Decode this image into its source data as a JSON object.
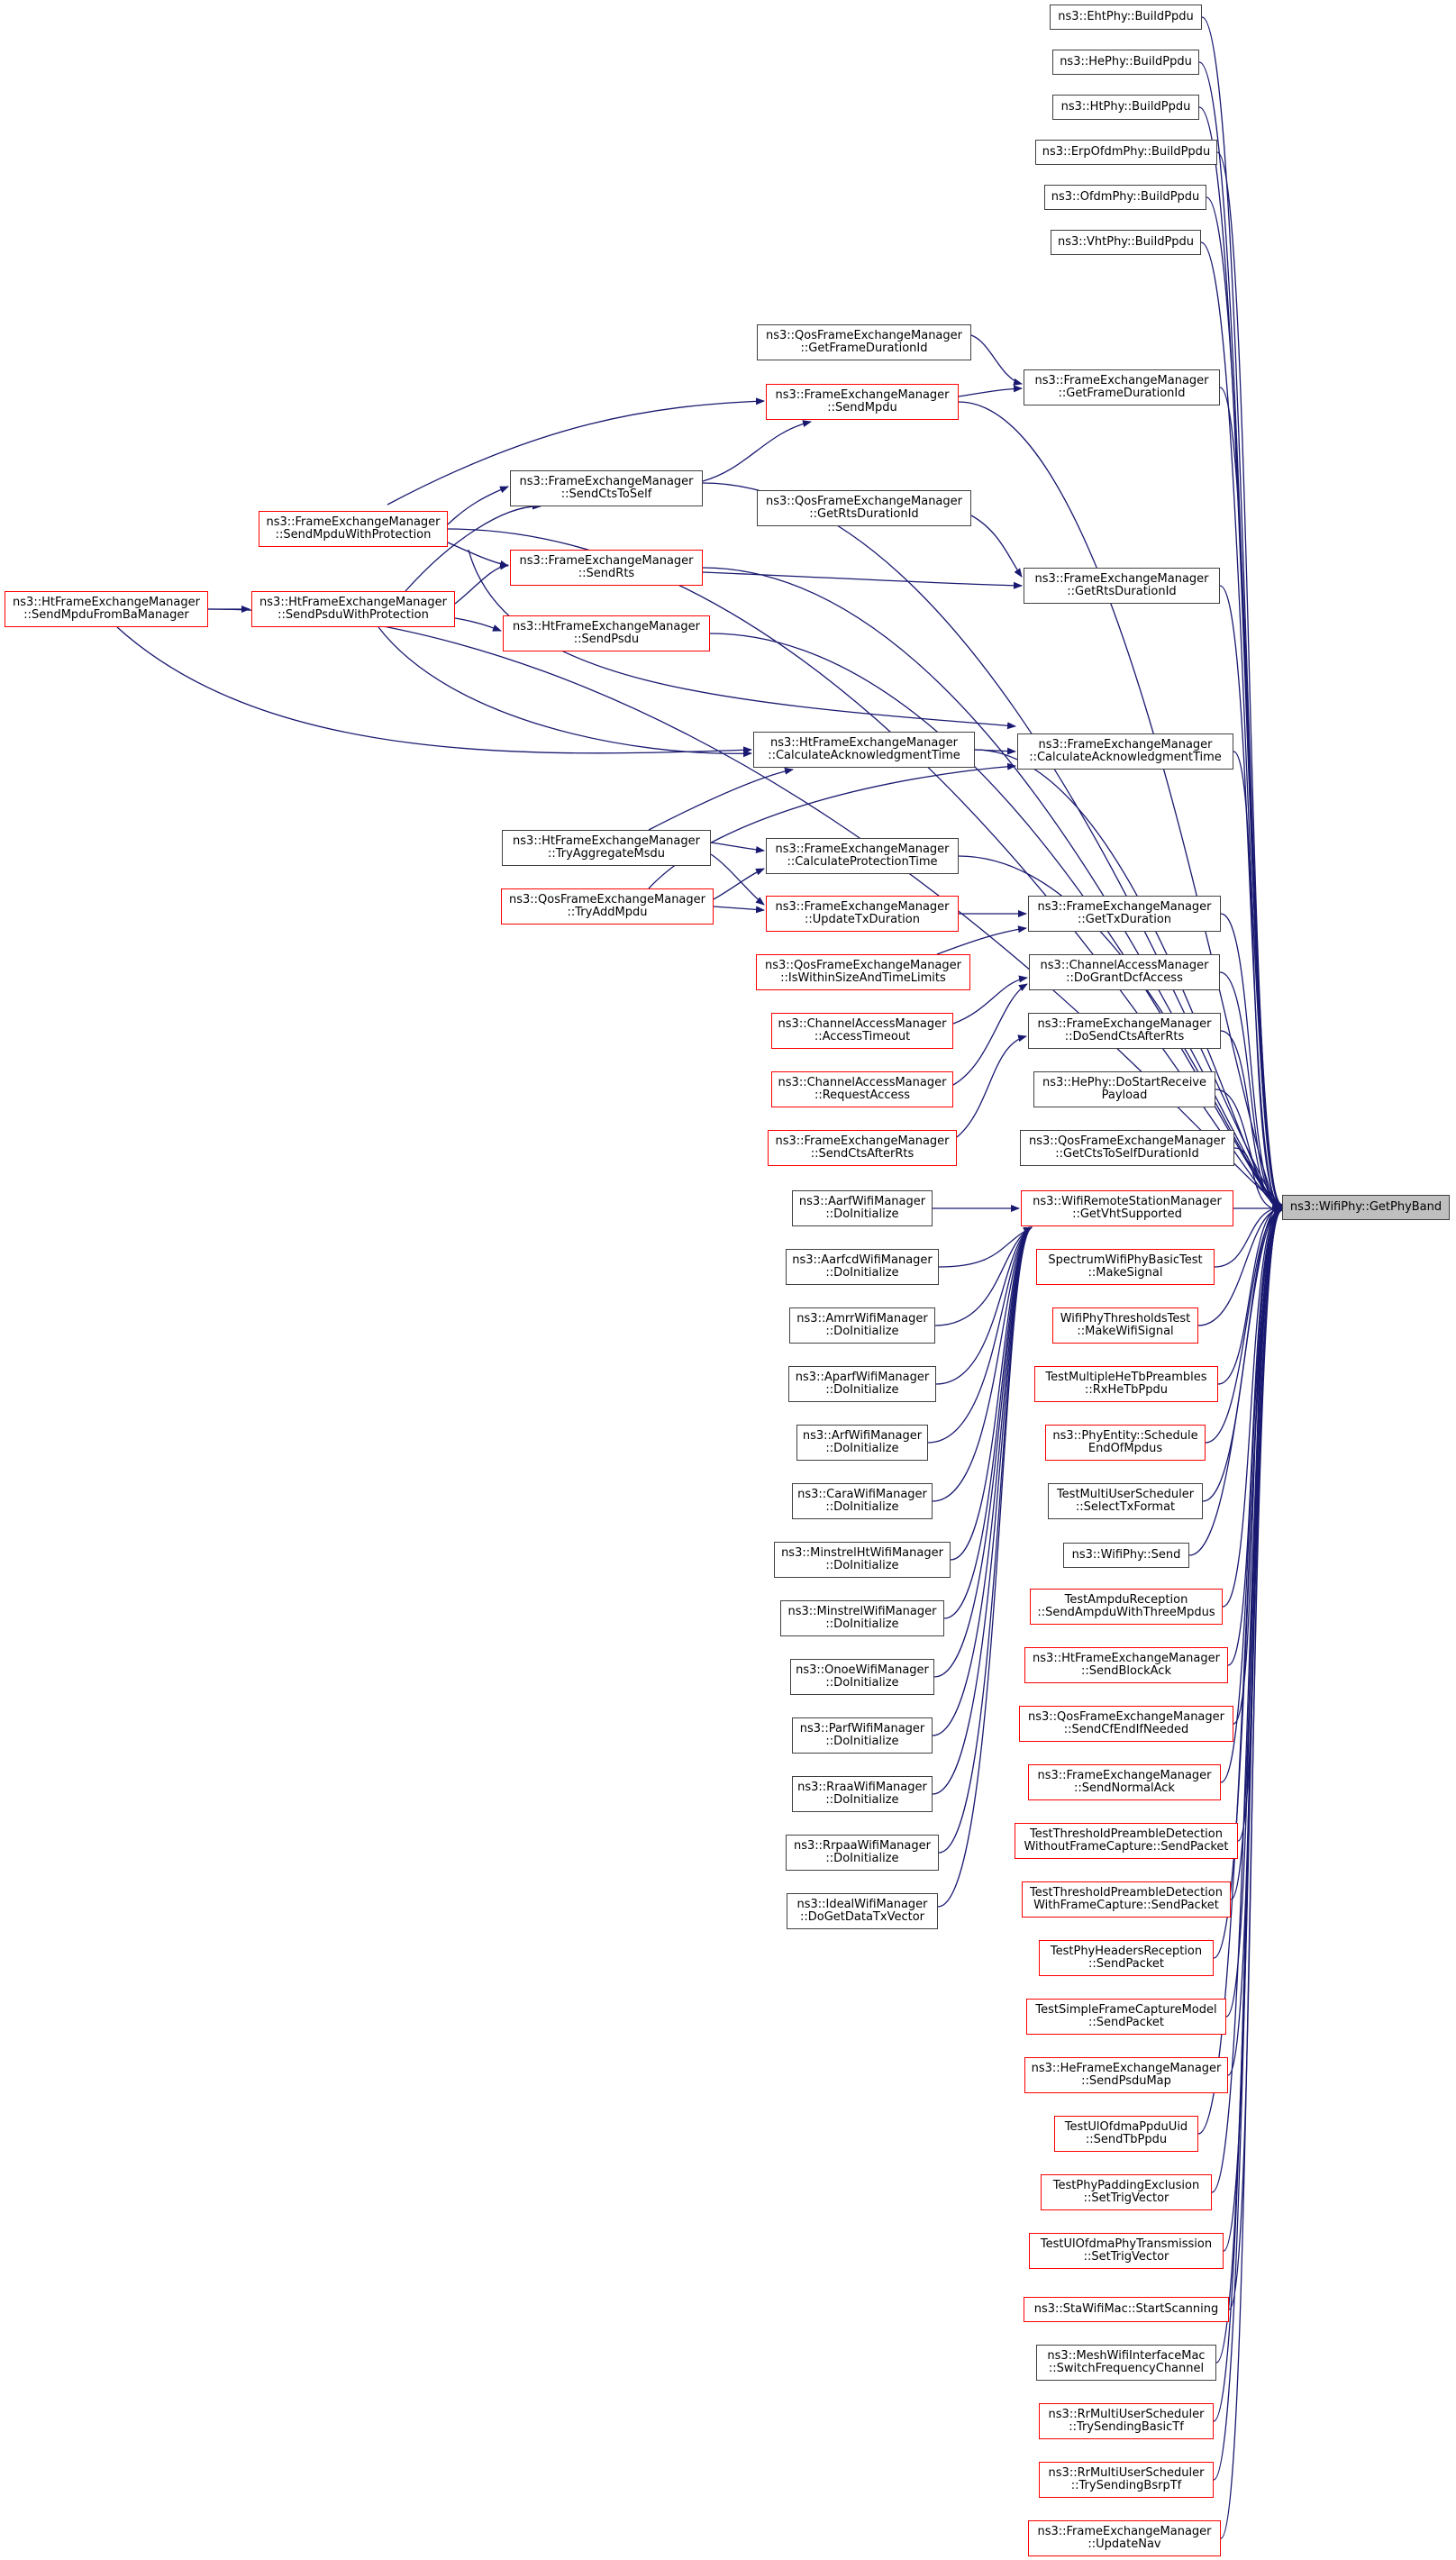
{
  "colors": {
    "edge": "#191970",
    "border_default": "#404040",
    "border_red": "#ff0000",
    "focus_fill": "#bfbfbf"
  },
  "focus": "ns3::WifiPhy::GetPhyBand",
  "nodes": {
    "n_getphyband": "ns3::WifiPhy::GetPhyBand",
    "n_eht_build": "ns3::EhtPhy::BuildPpdu",
    "n_he_build": "ns3::HePhy::BuildPpdu",
    "n_ht_build": "ns3::HtPhy::BuildPpdu",
    "n_erp_build": "ns3::ErpOfdmPhy::BuildPpdu",
    "n_ofdm_build": "ns3::OfdmPhy::BuildPpdu",
    "n_vht_build": "ns3::VhtPhy::BuildPpdu",
    "n_qos_getframedur": "ns3::QosFrameExchangeManager\n::GetFrameDurationId",
    "n_fem_getframedur": "ns3::FrameExchangeManager\n::GetFrameDurationId",
    "n_fem_sendmpdu": "ns3::FrameExchangeManager\n::SendMpdu",
    "n_fem_sendcts": "ns3::FrameExchangeManager\n::SendCtsToSelf",
    "n_fem_sendmpduprot": "ns3::FrameExchangeManager\n::SendMpduWithProtection",
    "n_qos_getrts": "ns3::QosFrameExchangeManager\n::GetRtsDurationId",
    "n_fem_sendrts": "ns3::FrameExchangeManager\n::SendRts",
    "n_fem_getrts": "ns3::FrameExchangeManager\n::GetRtsDurationId",
    "n_htfem_sendmpdufromba": "ns3::HtFrameExchangeManager\n::SendMpduFromBaManager",
    "n_htfem_sendpsduprot": "ns3::HtFrameExchangeManager\n::SendPsduWithProtection",
    "n_htfem_sendpsdu": "ns3::HtFrameExchangeManager\n::SendPsdu",
    "n_htfem_calcack": "ns3::HtFrameExchangeManager\n::CalculateAcknowledgmentTime",
    "n_fem_calcack": "ns3::FrameExchangeManager\n::CalculateAcknowledgmentTime",
    "n_htfem_tryagg": "ns3::HtFrameExchangeManager\n::TryAggregateMsdu",
    "n_fem_calcprot": "ns3::FrameExchangeManager\n::CalculateProtectionTime",
    "n_qos_tryadd": "ns3::QosFrameExchangeManager\n::TryAddMpdu",
    "n_fem_updatetx": "ns3::FrameExchangeManager\n::UpdateTxDuration",
    "n_fem_gettxdur": "ns3::FrameExchangeManager\n::GetTxDuration",
    "n_qos_iswithin": "ns3::QosFrameExchangeManager\n::IsWithinSizeAndTimeLimits",
    "n_cam_dogrant": "ns3::ChannelAccessManager\n::DoGrantDcfAccess",
    "n_cam_accesstimeout": "ns3::ChannelAccessManager\n::AccessTimeout",
    "n_fem_dosendcts": "ns3::FrameExchangeManager\n::DoSendCtsAfterRts",
    "n_cam_requestaccess": "ns3::ChannelAccessManager\n::RequestAccess",
    "n_hephy_dostart": "ns3::HePhy::DoStartReceive\nPayload",
    "n_fem_sendctsafter": "ns3::FrameExchangeManager\n::SendCtsAfterRts",
    "n_qos_getcts": "ns3::QosFrameExchangeManager\n::GetCtsToSelfDurationId",
    "n_aarf": "ns3::AarfWifiManager\n::DoInitialize",
    "n_wrsm_getvht": "ns3::WifiRemoteStationManager\n::GetVhtSupported",
    "n_aarfcd": "ns3::AarfcdWifiManager\n::DoInitialize",
    "n_spectrum": "SpectrumWifiPhyBasicTest\n::MakeSignal",
    "n_amrr": "ns3::AmrrWifiManager\n::DoInitialize",
    "n_thresholds": "WifiPhyThresholdsTest\n::MakeWifiSignal",
    "n_aparf": "ns3::AparfWifiManager\n::DoInitialize",
    "n_multiple": "TestMultipleHeTbPreambles\n::RxHeTbPpdu",
    "n_arf": "ns3::ArfWifiManager\n::DoInitialize",
    "n_phyentity": "ns3::PhyEntity::Schedule\nEndOfMpdus",
    "n_cara": "ns3::CaraWifiManager\n::DoInitialize",
    "n_multiuser": "TestMultiUserScheduler\n::SelectTxFormat",
    "n_minstrelht": "ns3::MinstrelHtWifiManager\n::DoInitialize",
    "n_wifiphy_send": "ns3::WifiPhy::Send",
    "n_minstrel": "ns3::MinstrelWifiManager\n::DoInitialize",
    "n_ampdu": "TestAmpduReception\n::SendAmpduWithThreeMpdus",
    "n_onoe": "ns3::OnoeWifiManager\n::DoInitialize",
    "n_htfem_sendblockack": "ns3::HtFrameExchangeManager\n::SendBlockAck",
    "n_parf": "ns3::ParfWifiManager\n::DoInitialize",
    "n_qos_sendcfend": "ns3::QosFrameExchangeManager\n::SendCfEndIfNeeded",
    "n_rraa": "ns3::RraaWifiManager\n::DoInitialize",
    "n_fem_sendnormalack": "ns3::FrameExchangeManager\n::SendNormalAck",
    "n_rrpaa": "ns3::RrpaaWifiManager\n::DoInitialize",
    "n_threshold_without": "TestThresholdPreambleDetection\nWithoutFrameCapture::SendPacket",
    "n_ideal": "ns3::IdealWifiManager\n::DoGetDataTxVector",
    "n_threshold_with": "TestThresholdPreambleDetection\nWithFrameCapture::SendPacket",
    "n_phyheaders": "TestPhyHeadersReception\n::SendPacket",
    "n_simplecapture": "TestSimpleFrameCaptureModel\n::SendPacket",
    "n_hefem_sendpsdumap": "ns3::HeFrameExchangeManager\n::SendPsduMap",
    "n_ulofdma_uid": "TestUlOfdmaPpduUid\n::SendTbPpdu",
    "n_phypadding": "TestPhyPaddingExclusion\n::SetTrigVector",
    "n_ulofdma_trans": "TestUlOfdmaPhyTransmission\n::SetTrigVector",
    "n_stawifimac": "ns3::StaWifiMac::StartScanning",
    "n_meshwifi": "ns3::MeshWifiInterfaceMac\n::SwitchFrequencyChannel",
    "n_rrmu_basictf": "ns3::RrMultiUserScheduler\n::TrySendingBasicTf",
    "n_rrmu_bsrptf": "ns3::RrMultiUserScheduler\n::TrySendingBsrpTf",
    "n_fem_updatenav": "ns3::FrameExchangeManager\n::UpdateNav"
  }
}
